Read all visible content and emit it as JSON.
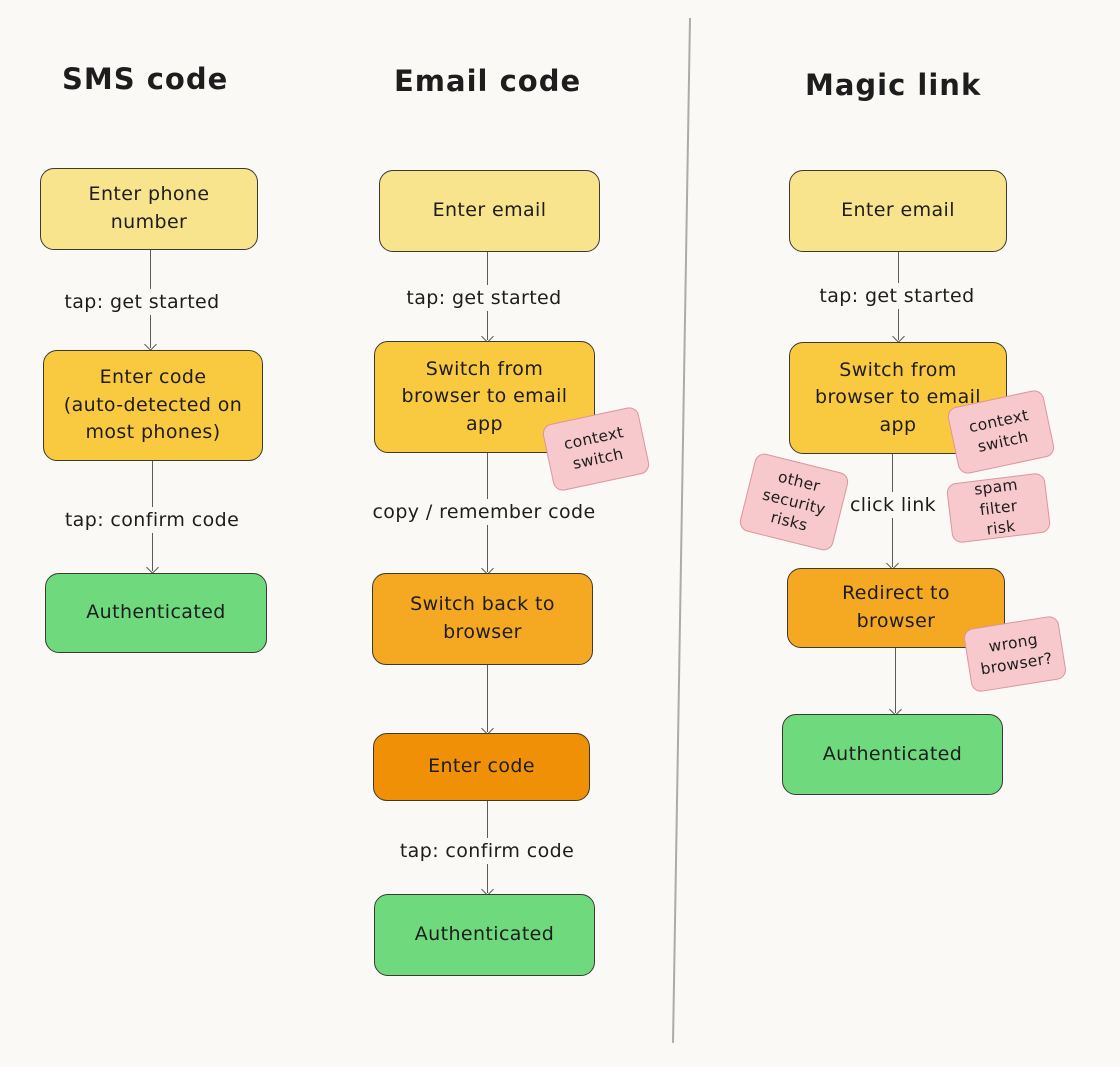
{
  "palette": {
    "background": "#FAF9F6",
    "node_border": "#3b3a31",
    "light_yellow": "#F8E48C",
    "yellow": "#F9C93F",
    "orange": "#F5A822",
    "dark_orange": "#EF9007",
    "green": "#6FD97E",
    "note_pink": "#F8C9CC",
    "note_border": "#DB959D",
    "arrow": "#5b5b5b",
    "divider": "#ABABAB",
    "text": "#1d1d1d"
  },
  "flows": [
    {
      "title": "SMS code",
      "nodes": [
        {
          "label": "Enter phone number"
        },
        {
          "label": "Enter code\n(auto-detected on most phones)"
        },
        {
          "label": "Authenticated"
        }
      ],
      "edges": [
        "tap: get started",
        "tap: confirm code"
      ]
    },
    {
      "title": "Email code",
      "nodes": [
        {
          "label": "Enter email"
        },
        {
          "label": "Switch from browser to email app"
        },
        {
          "label": "Switch back to browser"
        },
        {
          "label": "Enter code"
        },
        {
          "label": "Authenticated"
        }
      ],
      "edges": [
        "tap: get started",
        "copy / remember code",
        "",
        "tap: confirm code"
      ],
      "notes": [
        {
          "label": "context\nswitch"
        }
      ]
    },
    {
      "title": "Magic link",
      "nodes": [
        {
          "label": "Enter email"
        },
        {
          "label": "Switch from browser to email app"
        },
        {
          "label": "Redirect to browser"
        },
        {
          "label": "Authenticated"
        }
      ],
      "edges": [
        "tap: get started",
        "click link",
        ""
      ],
      "notes": [
        {
          "label": "context\nswitch"
        },
        {
          "label": "other\nsecurity\nrisks"
        },
        {
          "label": "spam filter\nrisk"
        },
        {
          "label": "wrong\nbrowser?"
        }
      ]
    }
  ]
}
